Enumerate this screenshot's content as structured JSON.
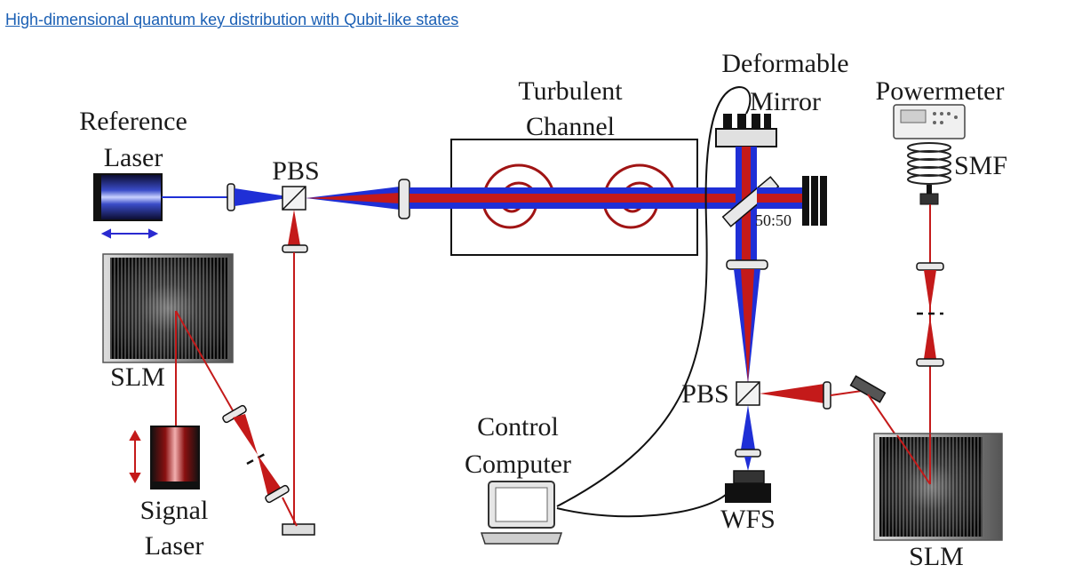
{
  "link": {
    "title": "High-dimensional quantum key distribution with Qubit-like states"
  },
  "labels": {
    "reference_laser": [
      "Reference",
      "Laser"
    ],
    "pbs_left": "PBS",
    "turbulent_channel": [
      "Turbulent",
      "Channel"
    ],
    "deformable_mirror": [
      "Deformable",
      "Mirror"
    ],
    "powermeter": "Powermeter",
    "smf": "SMF",
    "splitter": "50:50",
    "slm_left": "SLM",
    "signal_laser": [
      "Signal",
      "Laser"
    ],
    "control_computer": [
      "Control",
      "Computer"
    ],
    "pbs_right": "PBS",
    "wfs": "WFS",
    "slm_right": "SLM"
  },
  "colors": {
    "blue_beam": "#1f2fd6",
    "red_beam": "#c41a1a",
    "fiber": "#111111"
  }
}
